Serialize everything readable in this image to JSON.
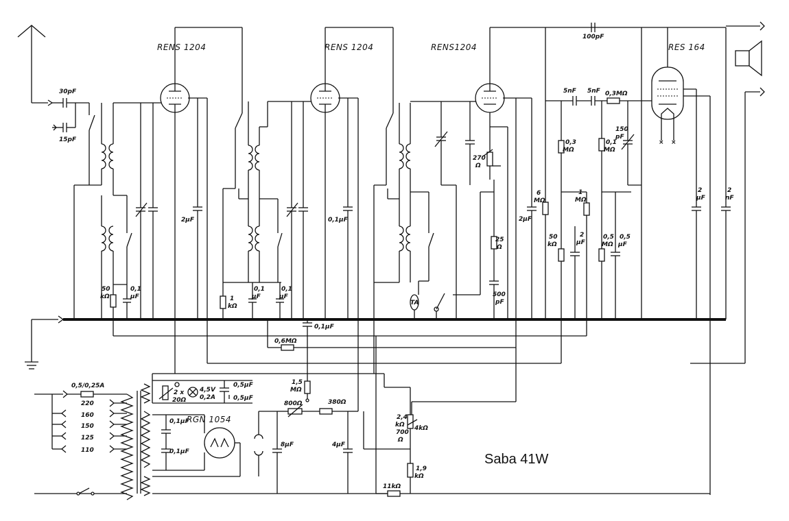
{
  "title": "Saba 41W",
  "tubes": {
    "t1": "RENS 1204",
    "t2": "RENS 1204",
    "t3": "RENS1204",
    "t4": "RES 164",
    "rect": "RGN 1054"
  },
  "labels": {
    "c30p": "30pF",
    "c15p": "15pF",
    "c2u_a": "2μF",
    "r50k_a1": "50",
    "r50k_a2": "kΩ",
    "c01_a1": "0,1",
    "c01_a2": "μF",
    "r1k_1": "1",
    "r1k_2": "kΩ",
    "c01_b1": "0,1",
    "c01_b2": "μF",
    "c01_c1": "0,1",
    "c01_c2": "μF",
    "c01u_d": "0,1μF",
    "c01u_bus": "0,1μF",
    "ta": "TA",
    "r270_1": "270",
    "r270_2": "Ω",
    "r25_1": "25",
    "r25_2": "Ω",
    "c500_1": "500",
    "c500_2": "pF",
    "c2u_b": "2μF",
    "r6m_1": "6",
    "r6m_2": "MΩ",
    "r50k_b1": "50",
    "r50k_b2": "kΩ",
    "c5n_a": "5nF",
    "c5n_b": "5nF",
    "r03m_a1": "0,3",
    "r03m_a2": "MΩ",
    "r1m_1": "1",
    "r1m_2": "MΩ",
    "c2u_c1": "2",
    "c2u_c2": "μF",
    "r03m_b": "0,3MΩ",
    "c100p": "100pF",
    "r01m_1": "0,1",
    "r01m_2": "MΩ",
    "c150p_1": "150",
    "c150p_2": "pF",
    "r05m_1": "0,5",
    "r05m_2": "MΩ",
    "c05u_1": "0,5",
    "c05u_2": "μF",
    "c2u_d1": "2",
    "c2u_d2": "μF",
    "c2n_1": "2",
    "c2n_2": "nF",
    "r06m": "0,6MΩ",
    "fuse": "0,5/0,25A",
    "v220": "220",
    "v160": "160",
    "v150": "150",
    "v125": "125",
    "v110": "110",
    "r2x20_1": "2 x",
    "r2x20_2": "20Ω",
    "lamp_1": "4,5V",
    "lamp_2": "0,2A",
    "c05u_a": "0,5μF",
    "c05u_b": "0,5μF",
    "c01u_r1": "0,1μF",
    "c01u_r2": "0,1μF",
    "r15m_1": "1,5",
    "r15m_2": "MΩ",
    "r800": "800Ω",
    "r380": "380Ω",
    "c8u": "8μF",
    "c4u": "4μF",
    "r24k_1": "2,4",
    "r24k_2": "kΩ",
    "r700_1": "700",
    "r700_2": "Ω",
    "r4k": "4kΩ",
    "r19k_1": "1,9",
    "r19k_2": "kΩ",
    "r11k": "11kΩ"
  }
}
